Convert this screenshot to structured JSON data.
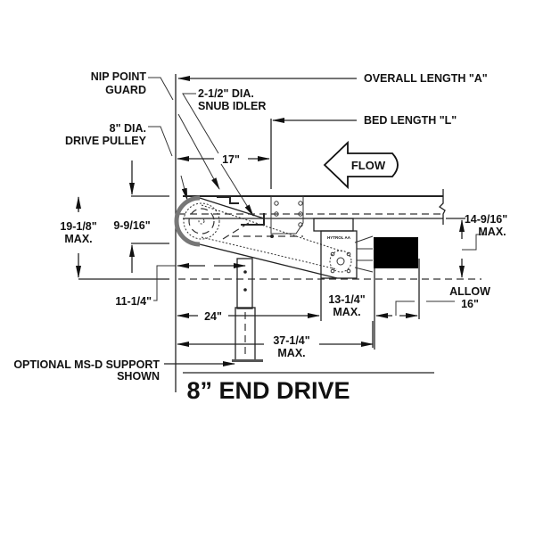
{
  "title": "8” END DRIVE",
  "labels": {
    "nip_point_guard": [
      "NIP POINT",
      "GUARD"
    ],
    "snub_idler": [
      "2-1/2\" DIA.",
      "SNUB IDLER"
    ],
    "drive_pulley": [
      "8\" DIA.",
      "DRIVE PULLEY"
    ],
    "overall_length": "OVERALL LENGTH \"A\"",
    "bed_length": "BED LENGTH \"L\"",
    "flow": "FLOW",
    "optional_support": [
      "OPTIONAL MS-D SUPPORT",
      "SHOWN"
    ],
    "motor_plate": "HYTROL AA"
  },
  "dimensions": {
    "d17": "17\"",
    "d19_1_8": [
      "19-1/8\"",
      "MAX."
    ],
    "d9_9_16": "9-9/16\"",
    "d11_1_4": "11-1/4\"",
    "d24": "24\"",
    "d37_1_4": [
      "37-1/4\"",
      "MAX."
    ],
    "d13_1_4": [
      "13-1/4\"",
      "MAX."
    ],
    "d14_9_16": [
      "14-9/16\"",
      "MAX."
    ],
    "allow_16": [
      "ALLOW",
      "16\""
    ]
  }
}
